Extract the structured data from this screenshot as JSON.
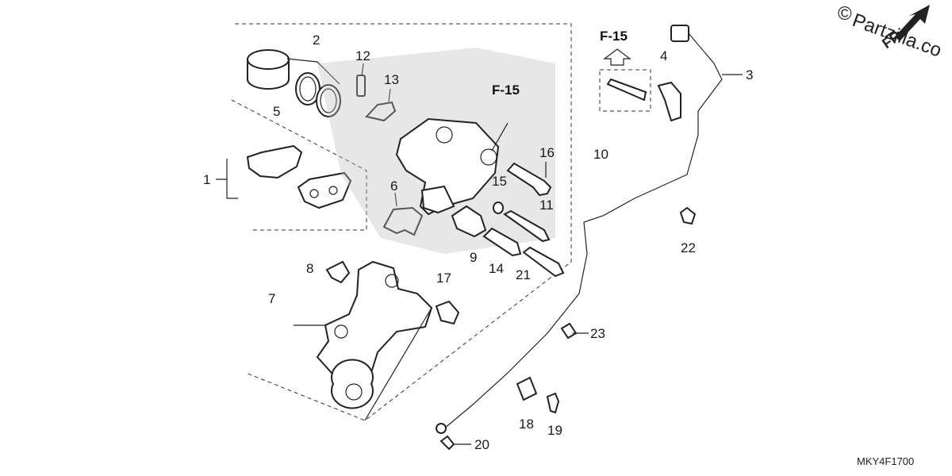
{
  "watermark": {
    "copyright_symbol": "©",
    "brand": "Partzilla.co",
    "direction_label": "FR"
  },
  "diagram_code": "MKY4F1700",
  "reference_labels": {
    "upper_left": "F-15",
    "upper_right": "F-15"
  },
  "callouts": [
    "1",
    "2",
    "3",
    "4",
    "5",
    "6",
    "7",
    "8",
    "9",
    "10",
    "11",
    "12",
    "13",
    "14",
    "15",
    "16",
    "17",
    "18",
    "19",
    "20",
    "21",
    "22",
    "23"
  ],
  "icons": [
    "arrow-up-icon",
    "front-direction-arrow-icon"
  ]
}
